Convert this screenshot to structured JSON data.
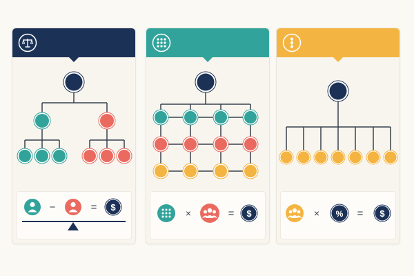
{
  "colors": {
    "navy": "#1c3156",
    "teal": "#32a39b",
    "coral": "#ea6a60",
    "amber": "#f4b441",
    "line": "#38414f"
  },
  "panels": [
    {
      "banner_color": "#1c3156",
      "banner_icon": "balance-scale-icon",
      "tree": "binary hierarchy: 1 root, 2 children, 3 grandchildren each",
      "equation": {
        "left_icon": "person-icon",
        "operator_1": "−",
        "right_icon": "person-icon",
        "operator_2": "=",
        "result_icon": "dollar-icon",
        "footer_icon": "seesaw-icon"
      }
    },
    {
      "banner_color": "#32a39b",
      "banner_icon": "dot-grid-icon",
      "tree": "matrix: 1 root, 3 rows of 4 connected nodes",
      "equation": {
        "left_icon": "dot-grid-icon",
        "operator_1": "×",
        "right_icon": "group-icon",
        "operator_2": "=",
        "result_icon": "dollar-icon"
      }
    },
    {
      "banner_color": "#f4b441",
      "banner_icon": "vertical-dots-icon",
      "tree": "flat hierarchy: 1 root, 7 direct children",
      "equation": {
        "left_icon": "group-icon",
        "operator_1": "×",
        "right_icon": "percent-icon",
        "operator_2": "=",
        "result_icon": "dollar-icon"
      }
    }
  ]
}
